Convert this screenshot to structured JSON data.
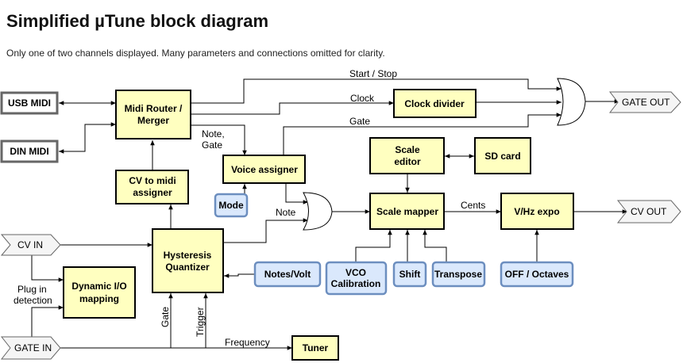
{
  "title": "Simplified µTune block diagram",
  "subtitle": "Only one of two channels displayed. Many parameters and connections omitted for clarity.",
  "blocks": {
    "usb_midi": "USB MIDI",
    "din_midi": "DIN MIDI",
    "midi_router": [
      "Midi Router /",
      "Merger"
    ],
    "cv_to_midi": [
      "CV to midi",
      "assigner"
    ],
    "voice_assigner": "Voice assigner",
    "mode": "Mode",
    "clock_divider": "Clock divider",
    "scale_editor": [
      "Scale",
      "editor"
    ],
    "sd_card": "SD card",
    "scale_mapper": "Scale mapper",
    "vhz_expo": "V/Hz expo",
    "hysteresis_quantizer": [
      "Hysteresis",
      "Quantizer"
    ],
    "dynamic_io": [
      "Dynamic I/O",
      "mapping"
    ],
    "notes_volt": "Notes/Volt",
    "vco_calibration": [
      "VCO",
      "Calibration"
    ],
    "shift": "Shift",
    "transpose": "Transpose",
    "off_octaves": "OFF / Octaves",
    "tuner": "Tuner"
  },
  "ports": {
    "gate_out": "GATE OUT",
    "cv_out": "CV OUT",
    "cv_in": "CV IN",
    "gate_in": "GATE IN"
  },
  "wire_labels": {
    "start_stop": "Start / Stop",
    "clock": "Clock",
    "gate": "Gate",
    "note_gate": [
      "Note,",
      "Gate"
    ],
    "note": "Note",
    "cents": "Cents",
    "plug_in_detection": [
      "Plug in",
      "detection"
    ],
    "gate_vertical": "Gate",
    "trigger_vertical": "Trigger",
    "frequency": "Frequency"
  },
  "colors": {
    "block_fill": "#ffffc0",
    "param_fill": "#dae8fc",
    "param_stroke": "#6c8ebf"
  }
}
